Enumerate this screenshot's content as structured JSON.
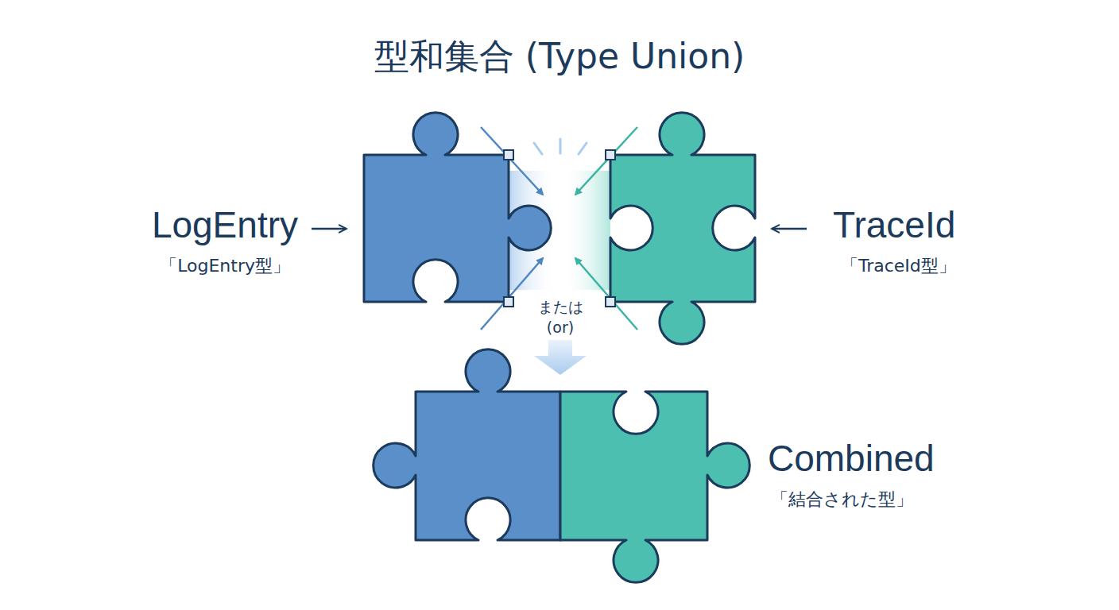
{
  "diagram": {
    "title": "型和集合 (Type Union)",
    "nodes": [
      {
        "text": [
          "LogEntry",
          "「LogEntry型」"
        ]
      },
      {
        "text": [
          "TraceId",
          "「TraceId型」"
        ]
      },
      {
        "text": [
          "Combined",
          "「結合された型」"
        ]
      }
    ],
    "labels": [
      "または (or)"
    ]
  }
}
